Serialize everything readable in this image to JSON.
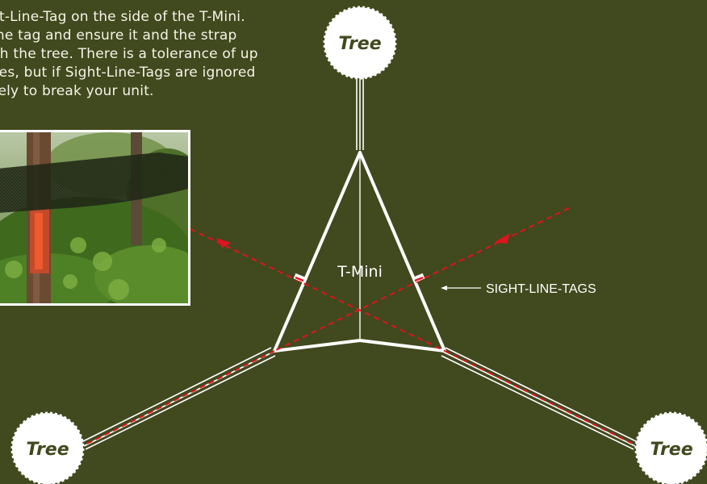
{
  "instructions": {
    "lines": [
      "nt-Line-Tag on the side of the T-Mini.",
      "the tag and ensure it and the strap",
      "ith the tree. There is a tolerance of up",
      "ees, but if Sight-Line-Tags are ignored",
      "kely to break your unit."
    ]
  },
  "photo": {
    "icon": "tree-hammock-photo"
  },
  "diagram": {
    "trees": [
      {
        "label": "Tree"
      },
      {
        "label": "Tree"
      },
      {
        "label": "Tree"
      }
    ],
    "center_label": "T-Mini",
    "tags_label": "SIGHT-LINE-TAGS",
    "colors": {
      "background": "#41491e",
      "lines": "#ffffff",
      "sight_line": "#e0141e",
      "tree_circle": "#ffffff"
    }
  }
}
